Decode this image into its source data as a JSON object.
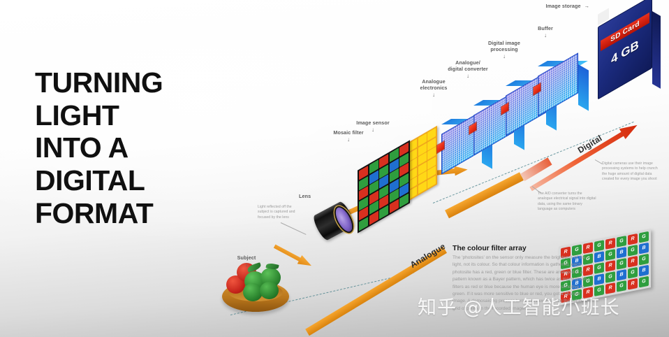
{
  "title": {
    "line1": "TURNING",
    "line2": "LIGHT",
    "line3": "INTO A",
    "line4": "DIGITAL",
    "line5": "FORMAT"
  },
  "stage_labels": {
    "analogue": "Analogue",
    "digital": "Digital"
  },
  "callouts": {
    "subject": "Subject",
    "lens": "Lens",
    "mosaic_filter": "Mosaic filter",
    "image_sensor": "Image sensor",
    "analogue_electronics": "Analogue/electronics",
    "analogue_electronics_l1": "Analogue",
    "analogue_electronics_l2": "electronics",
    "ad_converter_l1": "Analogue/",
    "ad_converter_l2": "digital converter",
    "digital_processing_l1": "Digital image",
    "digital_processing_l2": "processing",
    "buffer": "Buffer",
    "image_storage": "Image storage",
    "arrow_glyph": "↓",
    "arrow_right_glyph": "→"
  },
  "notes": {
    "lens_note": "Light reflected off the subject is captured and focused by the lens",
    "adc_note": "The A/D converter turns the analogue electrical signal into digital data, using the same binary language as computers",
    "processing_note": "Digital cameras use their image processing systems to help crunch the huge amount of digital data created for every image you shoot"
  },
  "sd_card": {
    "brand": "SD Card",
    "capacity": "4 GB"
  },
  "colour_filter_array": {
    "heading": "The colour filter array",
    "body": "The 'photosites' on the sensor only measure the brightness of the light, not its colour. So that colour information is gathered, each photosite has a red, green or blue filter. These are arranged in a pattern known as a Bayer pattern, which has twice as many green filters as red or blue because the human eye is more sensitive to green. If it was more sensitive to blue or red, you got a sharper image. A demosaicing process turns this raw data into the full-colour grid of pixels in the recorded images."
  },
  "watermark": "知乎 @人工智能小班长",
  "colors": {
    "accent_orange": "#f0921e",
    "accent_red": "#e03a1a",
    "chip_blue": "#2aa6ef",
    "chip_violet": "#8f7fe8",
    "sd_blue": "#1b2b7e",
    "bayer_red": "#d8301f",
    "bayer_green": "#2f9e3e",
    "bayer_blue": "#1f6fd0",
    "text_dark": "#1d1d1d",
    "text_grey": "#9c9c9c",
    "guide_teal": "#3f7b85"
  },
  "bayer_pattern": {
    "rows": 5,
    "cols": 8,
    "letters": [
      [
        "R",
        "G",
        "R",
        "G",
        "R",
        "G",
        "R",
        "G"
      ],
      [
        "G",
        "B",
        "G",
        "B",
        "G",
        "B",
        "G",
        "B"
      ],
      [
        "R",
        "G",
        "R",
        "G",
        "R",
        "G",
        "R",
        "G"
      ],
      [
        "G",
        "B",
        "G",
        "B",
        "G",
        "B",
        "G",
        "B"
      ],
      [
        "R",
        "G",
        "R",
        "G",
        "R",
        "G",
        "R",
        "G"
      ]
    ]
  },
  "mosaic_filter_pattern": {
    "rows": 6,
    "cols": 5,
    "cells": [
      [
        "R",
        "G",
        "R",
        "G",
        "R"
      ],
      [
        "G",
        "B",
        "G",
        "B",
        "G"
      ],
      [
        "R",
        "G",
        "B",
        "G",
        "R"
      ],
      [
        "G",
        "R",
        "G",
        "B",
        "G"
      ],
      [
        "R",
        "G",
        "R",
        "G",
        "B"
      ],
      [
        "G",
        "R",
        "G",
        "R",
        "G"
      ]
    ]
  },
  "pipeline_stages": [
    {
      "id": "analogue-electronics",
      "label": "Analogue electronics"
    },
    {
      "id": "ad-converter",
      "label": "Analogue/digital converter"
    },
    {
      "id": "digital-image-processing",
      "label": "Digital image processing"
    },
    {
      "id": "buffer",
      "label": "Buffer"
    },
    {
      "id": "image-storage",
      "label": "Image storage"
    }
  ]
}
